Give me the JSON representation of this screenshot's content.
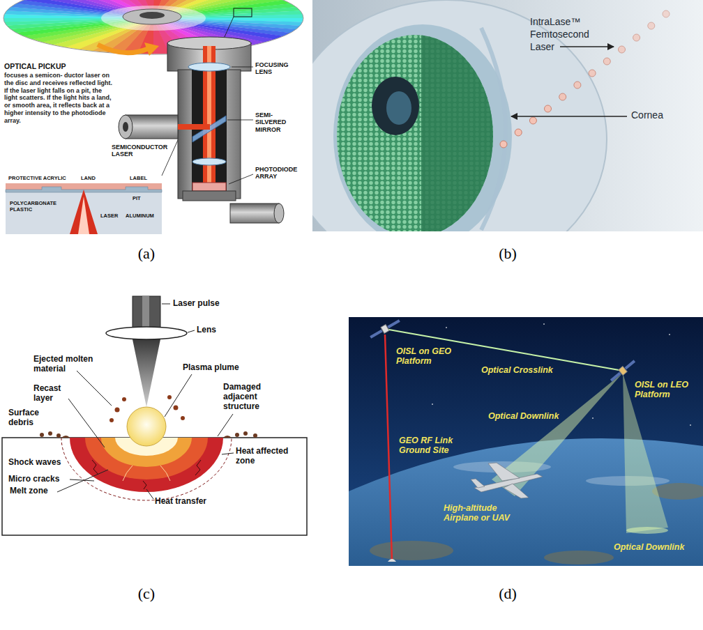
{
  "diagram": {
    "labels": [
      "OPTICAL PICKUP",
      "focuses a semicon- ductor laser on the disc and receives reflected light. If the laser light falls on a pit, the light scatters. If the light hits a land, or smooth area, it reflects back at a higher intensity to the photodiode array.",
      "FOCUSING LENS",
      "SEMI-SILVERED MIRROR",
      "SEMICONDUCTOR LASER",
      "PHOTODIODE ARRAY",
      "PROTECTIVE ACRYLIC",
      "LAND",
      "LABEL",
      "POLYCARBONATE PLASTIC",
      "LASER",
      "PIT",
      "ALUMINUM",
      "(a)",
      "IntraLase™ Femtosecond Laser",
      "Cornea",
      "(b)",
      "Laser pulse",
      "Lens",
      "Ejected molten material",
      "Plasma plume",
      "Recast layer",
      "Damaged adjacent structure",
      "Surface debris",
      "Heat affected zone",
      "Shock waves",
      "Micro cracks",
      "Melt zone",
      "Heat transfer",
      "(c)",
      "OISL on GEO Platform",
      "Optical Crosslink",
      "OISL on LEO Platform",
      "Optical Downlink",
      "GEO RF Link Ground Site",
      "High-altitude Airplane or UAV",
      "Optical Downlink",
      "(d)"
    ]
  }
}
